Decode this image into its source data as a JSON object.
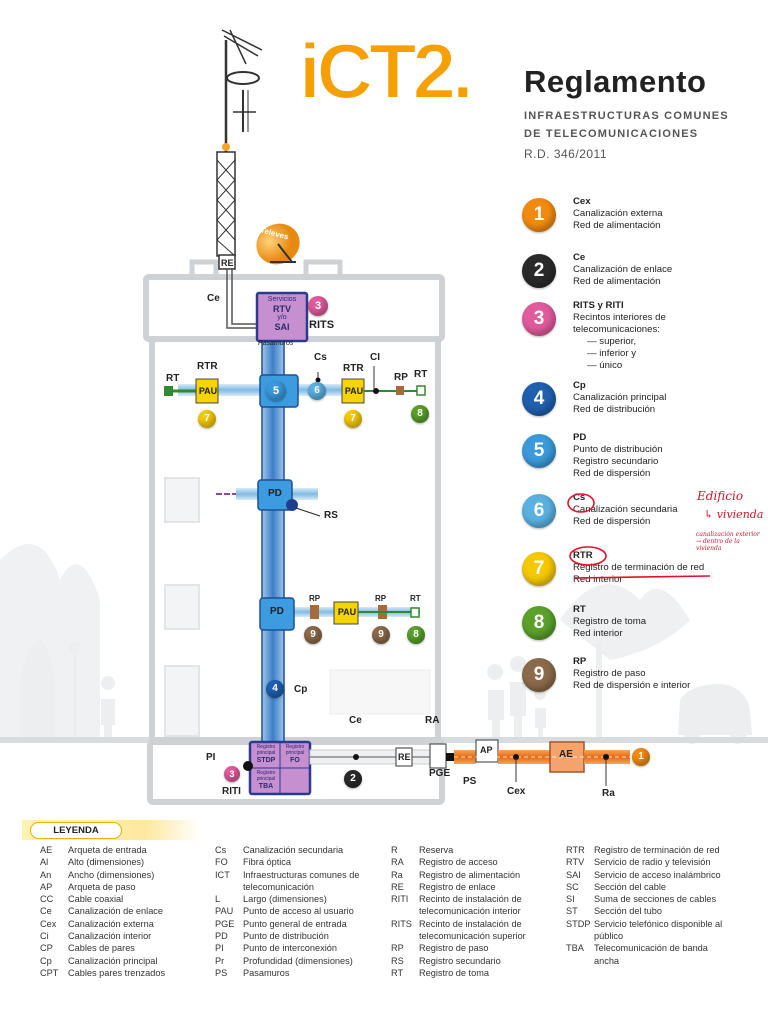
{
  "header": {
    "logo_text": "iCT2.",
    "title": "Reglamento",
    "subtitle_line1": "INFRAESTRUCTURAS COMUNES",
    "subtitle_line2": "DE TELECOMUNICACIONES",
    "decree": "R.D. 346/2011"
  },
  "numbered_legend": [
    {
      "num": "1",
      "color": "#f28a10",
      "code": "Cex",
      "lines": [
        "Canalización externa",
        "Red de alimentación"
      ]
    },
    {
      "num": "2",
      "color": "#2a2a2a",
      "code": "Ce",
      "lines": [
        "Canalización de enlace",
        "Red de alimentación"
      ]
    },
    {
      "num": "3",
      "color": "#e05a9c",
      "code": "RITS y RITI",
      "lines": [
        "Recintos interiores de",
        "telecomunicaciones:"
      ],
      "sublines": [
        "superior,",
        "inferior y",
        "único"
      ]
    },
    {
      "num": "4",
      "color": "#1f5fae",
      "code": "Cp",
      "lines": [
        "Canalización principal",
        "Red de distribución"
      ]
    },
    {
      "num": "5",
      "color": "#3a9ad9",
      "code": "PD",
      "lines": [
        "Punto de distribución",
        "Registro secundario",
        "Red de dispersión"
      ]
    },
    {
      "num": "6",
      "color": "#5ab0e0",
      "code": "Cs",
      "lines": [
        "Canalización secundaria",
        "Red de dispersión"
      ]
    },
    {
      "num": "7",
      "color": "#f5c800",
      "code": "RTR",
      "lines": [
        "Registro de terminación de red",
        "Red interior"
      ]
    },
    {
      "num": "8",
      "color": "#5aa02a",
      "code": "RT",
      "lines": [
        "Registro de toma",
        "Red interior"
      ]
    },
    {
      "num": "9",
      "color": "#8a6a4a",
      "code": "RP",
      "lines": [
        "Registro de paso",
        "Red de dispersión e interior"
      ]
    }
  ],
  "annotations": {
    "note1": "Edificio",
    "note2": "↳ vivienda",
    "note3": "canalización exterior → dentro de la vivienda"
  },
  "diagram_labels": {
    "re_top": "RE",
    "televes": "Televes",
    "ce_top": "Ce",
    "rits_box": [
      "Servicios",
      "RTV",
      "y/o",
      "SAI"
    ],
    "rits": "RITS",
    "pasamuros": "Pasamuros",
    "rt_left": "RT",
    "rtr_left": "RTR",
    "pau": "PAU",
    "cs": "Cs",
    "rtr_right": "RTR",
    "ci": "CI",
    "rp": "RP",
    "rt_right": "RT",
    "pd": "PD",
    "rs": "RS",
    "cp": "Cp",
    "ce_bottom": "Ce",
    "ra_bottom": "RA",
    "pi": "PI",
    "riti": "RITI",
    "stdp_box": [
      "Registro principal",
      "STDP"
    ],
    "fo_box": [
      "Registro principal",
      "FO"
    ],
    "tba_box": [
      "Registro principal",
      "TBA"
    ],
    "re_bottom": "RE",
    "pge": "PGE",
    "ps": "PS",
    "ap": "AP",
    "ae": "AE",
    "cex": "Cex",
    "ra": "Ra",
    "n1": "1",
    "n2": "2",
    "n3": "3",
    "n4": "4",
    "n5": "5",
    "n6": "6",
    "n7": "7",
    "n8": "8",
    "n9": "9"
  },
  "leyenda": {
    "heading": "LEYENDA",
    "columns": [
      [
        {
          "abbr": "AE",
          "def": "Arqueta de entrada"
        },
        {
          "abbr": "Al",
          "def": "Alto (dimensiones)"
        },
        {
          "abbr": "An",
          "def": "Ancho (dimensiones)"
        },
        {
          "abbr": "AP",
          "def": "Arqueta de paso"
        },
        {
          "abbr": "CC",
          "def": "Cable coaxial"
        },
        {
          "abbr": "Ce",
          "def": "Canalización de enlace"
        },
        {
          "abbr": "Cex",
          "def": "Canalización externa"
        },
        {
          "abbr": "Ci",
          "def": "Canalización interior"
        },
        {
          "abbr": "CP",
          "def": "Cables de pares"
        },
        {
          "abbr": "Cp",
          "def": "Canalización principal"
        },
        {
          "abbr": "CPT",
          "def": "Cables pares trenzados"
        }
      ],
      [
        {
          "abbr": "Cs",
          "def": "Canalización secundaria"
        },
        {
          "abbr": "FO",
          "def": "Fibra óptica"
        },
        {
          "abbr": "ICT",
          "def": "Infraestructuras comunes de telecomunicación"
        },
        {
          "abbr": "L",
          "def": "Largo (dimensiones)"
        },
        {
          "abbr": "PAU",
          "def": "Punto de acceso al usuario"
        },
        {
          "abbr": "PGE",
          "def": "Punto general de entrada"
        },
        {
          "abbr": "PD",
          "def": "Punto de distribución"
        },
        {
          "abbr": "PI",
          "def": "Punto de interconexión"
        },
        {
          "abbr": "Pr",
          "def": "Profundidad (dimensiones)"
        },
        {
          "abbr": "PS",
          "def": "Pasamuros"
        }
      ],
      [
        {
          "abbr": "R",
          "def": "Reserva"
        },
        {
          "abbr": "RA",
          "def": "Registro de acceso"
        },
        {
          "abbr": "Ra",
          "def": "Registro de alimentación"
        },
        {
          "abbr": "RE",
          "def": "Registro de enlace"
        },
        {
          "abbr": "RITI",
          "def": "Recinto de instalación de telecomunicación interior"
        },
        {
          "abbr": "RITS",
          "def": "Recinto de instalación de telecomunicación superior"
        },
        {
          "abbr": "RP",
          "def": "Registro de paso"
        },
        {
          "abbr": "RS",
          "def": "Registro secundario"
        },
        {
          "abbr": "RT",
          "def": "Registro de toma"
        }
      ],
      [
        {
          "abbr": "RTR",
          "def": "Registro de terminación de red"
        },
        {
          "abbr": "RTV",
          "def": "Servicio de radio y televisión"
        },
        {
          "abbr": "SAI",
          "def": "Servicio de acceso inalámbrico"
        },
        {
          "abbr": "SC",
          "def": "Sección del cable"
        },
        {
          "abbr": "SI",
          "def": "Suma de secciones de cables"
        },
        {
          "abbr": "ST",
          "def": "Sección del tubo"
        },
        {
          "abbr": "STDP",
          "def": "Servicio telefónico disponible al público"
        },
        {
          "abbr": "TBA",
          "def": "Telecomunicación de banda ancha"
        }
      ]
    ]
  }
}
